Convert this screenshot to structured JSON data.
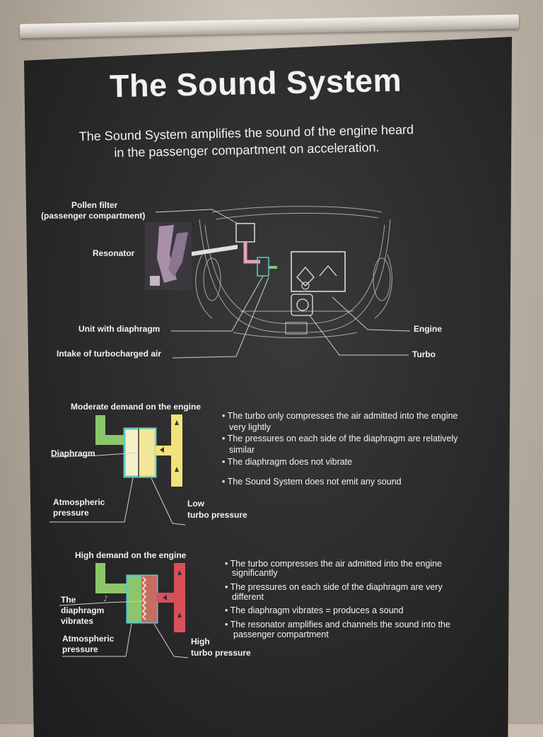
{
  "title": "The Sound System",
  "subtitle_line1": "The Sound System amplifies the sound of the engine heard",
  "subtitle_line2": "in the passenger compartment on acceleration.",
  "diagram": {
    "pollen_filter_1": "Pollen filter",
    "pollen_filter_2": "(passenger compartment)",
    "resonator": "Resonator",
    "unit_diaphragm": "Unit with diaphragm",
    "intake": "Intake of turbocharged air",
    "engine": "Engine",
    "turbo": "Turbo"
  },
  "moderate": {
    "heading": "Moderate demand on the engine",
    "diaphragm": "Diaphragm",
    "atm_1": "Atmospheric",
    "atm_2": "pressure",
    "low_1": "Low",
    "low_2": "turbo pressure",
    "b1a": "• The turbo only compresses the air admitted into the engine",
    "b1b": "very lightly",
    "b2a": "• The pressures on each side of the diaphragm are relatively",
    "b2b": "similar",
    "b3": "• The diaphragm does not vibrate",
    "b4": "• The Sound System does not emit any sound"
  },
  "high": {
    "heading": "High demand on the engine",
    "vib_1": "The",
    "vib_2": "diaphragm",
    "vib_3": "vibrates",
    "atm_1": "Atmospheric",
    "atm_2": "pressure",
    "high_1": "High",
    "high_2": "turbo pressure",
    "b1a": "• The turbo compresses the air admitted into the engine",
    "b1b": "significantly",
    "b2a": "• The pressures on each side of the diaphragm are very",
    "b2b": "different",
    "b3": "• The diaphragm vibrates = produces a sound",
    "b4a": "• The resonator amplifies and channels the sound into the",
    "b4b": "passenger compartment"
  },
  "colors": {
    "banner": "#2b2b2b",
    "pipe_green": "#8cc66a",
    "pipe_pink": "#e6a3b8",
    "chamber_cyan": "#5ec8c8",
    "low_yellow": "#f2e27a",
    "high_red": "#d9505a"
  }
}
